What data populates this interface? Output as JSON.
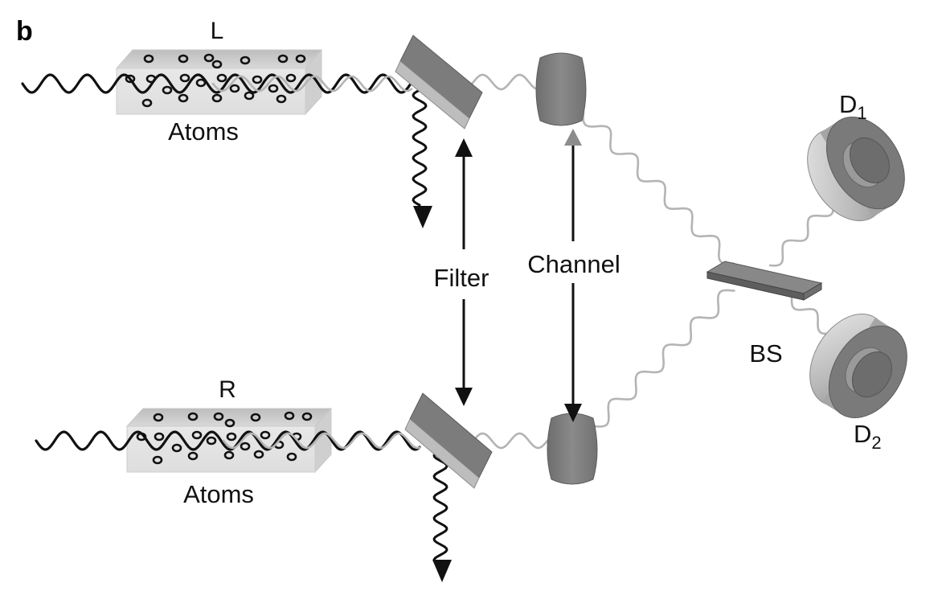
{
  "panel_label": "b",
  "labels": {
    "ensemble_top": "L",
    "ensemble_bottom": "R",
    "atoms_top": "Atoms",
    "atoms_bottom": "Atoms",
    "filter": "Filter",
    "channel": "Channel",
    "beam_splitter": "BS",
    "detector_1": "D",
    "detector_1_sub": "1",
    "detector_2": "D",
    "detector_2_sub": "2"
  },
  "colors": {
    "black_wave": "#111111",
    "gray_wave": "#b4b4b4",
    "component": "#7a7a7a",
    "atom_box": "#e4e4e4"
  }
}
